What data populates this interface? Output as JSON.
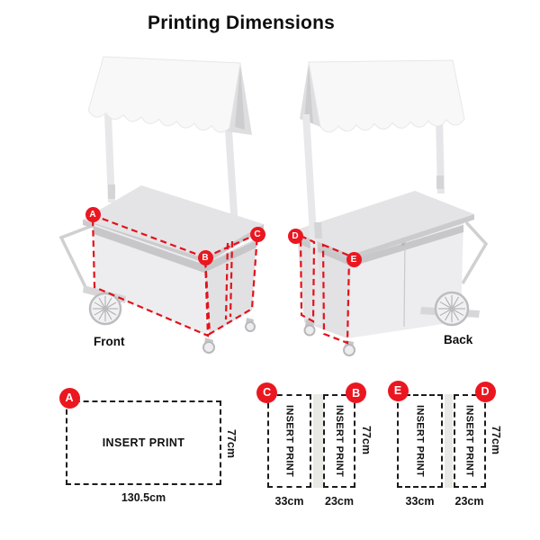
{
  "title": "Printing Dimensions",
  "colors": {
    "accent_red": "#EB1720",
    "dash_black": "#1c1c1c"
  },
  "views": {
    "front": {
      "label": "Front",
      "badge_a": "A",
      "badge_b": "B",
      "badge_c": "C"
    },
    "back": {
      "label": "Back",
      "badge_d": "D",
      "badge_e": "E"
    }
  },
  "diagrams": {
    "a": {
      "badge": "A",
      "insert": "INSERT PRINT",
      "width": "130.5cm",
      "height": "77cm"
    },
    "c": {
      "badge": "C",
      "insert": "INSERT PRINT",
      "width": "33cm"
    },
    "b": {
      "badge": "B",
      "insert": "INSERT PRINT",
      "width": "23cm",
      "height": "77cm"
    },
    "e": {
      "badge": "E",
      "insert": "INSERT PRINT",
      "width": "33cm"
    },
    "d": {
      "badge": "D",
      "insert": "INSERT PRINT",
      "width": "23cm",
      "height": "77cm"
    }
  }
}
